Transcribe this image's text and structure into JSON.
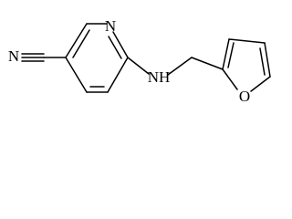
{
  "molecule": {
    "atoms": {
      "pyridine_n": "N",
      "nitrile_n": "N",
      "amine_nh": "NH",
      "furan_o": "O"
    },
    "colors": {
      "bond": "#000000",
      "label": "#000000",
      "background": "#ffffff"
    }
  }
}
